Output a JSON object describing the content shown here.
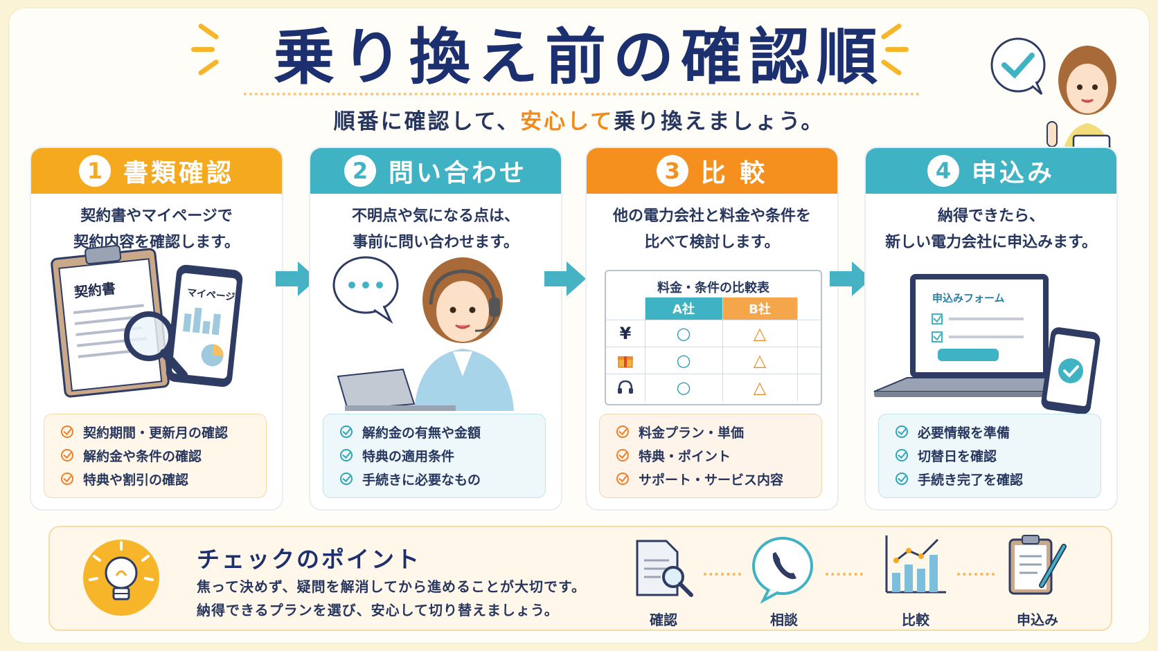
{
  "title": "乗り換え前の確認順",
  "subtitle": {
    "pre": "順番に確認して、",
    "highlight": "安心して",
    "post": "乗り換えましょう。"
  },
  "steps": [
    {
      "num": "1",
      "title": "書類確認",
      "desc": [
        "契約書やマイページで",
        "契約内容を確認します。"
      ],
      "image_labels": {
        "doc": "契約書",
        "phone": "マイページ"
      },
      "checks": [
        "契約期間・更新月の確認",
        "解約金や条件の確認",
        "特典や割引の確認"
      ]
    },
    {
      "num": "2",
      "title": "問い合わせ",
      "desc": [
        "不明点や気になる点は、",
        "事前に問い合わせます。"
      ],
      "checks": [
        "解約金の有無や金額",
        "特典の適用条件",
        "手続きに必要なもの"
      ]
    },
    {
      "num": "3",
      "title": "比 較",
      "desc": [
        "他の電力会社と料金や条件を",
        "比べて検討します。"
      ],
      "table": {
        "title": "料金・条件の比較表",
        "col_a": "A社",
        "col_b": "B社",
        "row_icons": [
          "¥",
          "gift-icon",
          "headset-icon"
        ],
        "a_marks": [
          "○",
          "○",
          "○"
        ],
        "b_marks": [
          "△",
          "△",
          "△"
        ]
      },
      "checks": [
        "料金プラン・単価",
        "特典・ポイント",
        "サポート・サービス内容"
      ]
    },
    {
      "num": "4",
      "title": "申込み",
      "desc": [
        "納得できたら、",
        "新しい電力会社に申込みます。"
      ],
      "form_title": "申込みフォーム",
      "checks": [
        "必要情報を準備",
        "切替日を確認",
        "手続き完了を確認"
      ]
    }
  ],
  "point": {
    "title": "チェックのポイント",
    "lines": [
      "焦って決めず、疑問を解消してから進めることが大切です。",
      "納得できるプランを選び、安心して切り替えましょう。"
    ],
    "flow": [
      "確認",
      "相談",
      "比較",
      "申込み"
    ]
  },
  "colors": {
    "navy": "#1c2f6e",
    "yellow": "#f5a91f",
    "teal": "#3fb3c3",
    "orange": "#f58f1e"
  }
}
